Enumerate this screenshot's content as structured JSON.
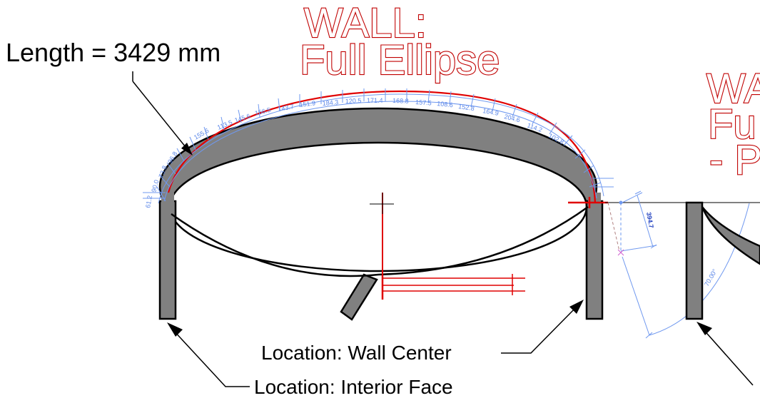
{
  "titles": {
    "wall_line1": "WALL:",
    "wall_line2": "Full Ellipse",
    "right_line1": "WA",
    "right_line2": "Fu",
    "right_line3": "- P"
  },
  "annotations": {
    "length": "Length = 3429 mm",
    "location_center": "Location: Wall Center",
    "location_interior": "Location: Interior Face"
  },
  "dimensions": {
    "offset": "394.7",
    "angle": "70.00°",
    "segment_labels": [
      "61.2",
      "90.0",
      "73.8",
      "96.8",
      "155.6",
      "113.5",
      "145.6",
      "156.5",
      "143.7",
      "151.9",
      "184.3",
      "120.5",
      "171.4",
      "168.8",
      "157.5",
      "108.6",
      "152.8",
      "164.9",
      "204.6",
      "114.2",
      "102.8"
    ]
  },
  "colors": {
    "wall_fill": "#808080",
    "highlight": "#e00000",
    "title_outline": "#c00000",
    "dimension": "#6f98ef",
    "dimension_dark": "#1f3fbf"
  }
}
